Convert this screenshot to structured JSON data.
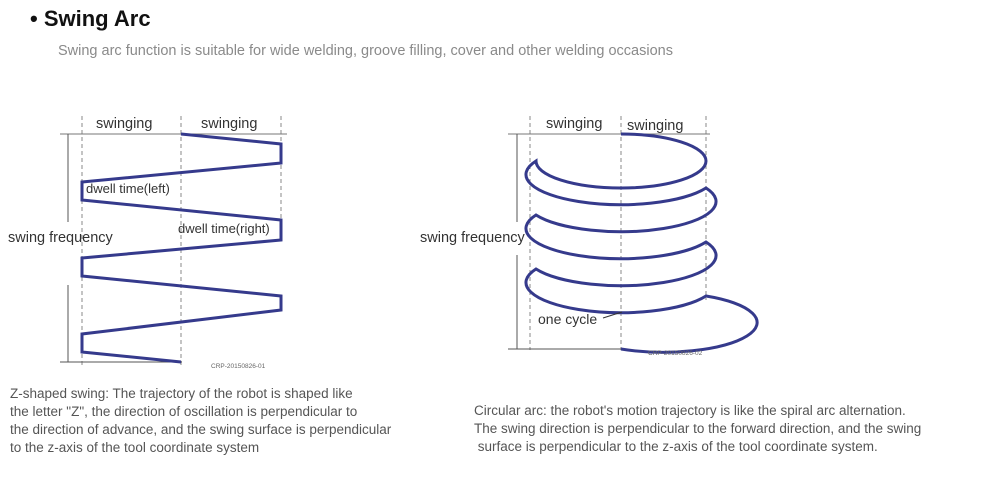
{
  "header": {
    "title": "• Swing Arc",
    "subtitle": "Swing arc function is suitable for wide welding, groove filling, cover and other welding occasions"
  },
  "left_figure": {
    "swing_label_1": "swinging",
    "swing_label_2": "swinging",
    "dwell_left": "dwell time(left)",
    "dwell_right": "dwell time(right)",
    "freq_label": "swing frequency",
    "code": "CRP-20150826-01",
    "line_color": "#353a8c",
    "caption_lines": [
      "Z-shaped swing: The trajectory of the robot is shaped like",
      "the letter \"Z\", the direction of oscillation is perpendicular to",
      "the direction of advance, and the swing surface is perpendicular",
      "to the z-axis of the tool coordinate system"
    ]
  },
  "right_figure": {
    "swing_label_1": "swinging",
    "swing_label_2": "swinging",
    "freq_label": "swing frequency",
    "cycle_label": "one cycle",
    "code": "CRP-20150826-02",
    "line_color": "#353a8c",
    "caption_lines": [
      "Circular arc: the robot's motion trajectory is like the spiral arc alternation.",
      "The swing direction is perpendicular to the forward direction, and the swing",
      " surface is perpendicular to the z-axis of the tool coordinate system."
    ]
  }
}
